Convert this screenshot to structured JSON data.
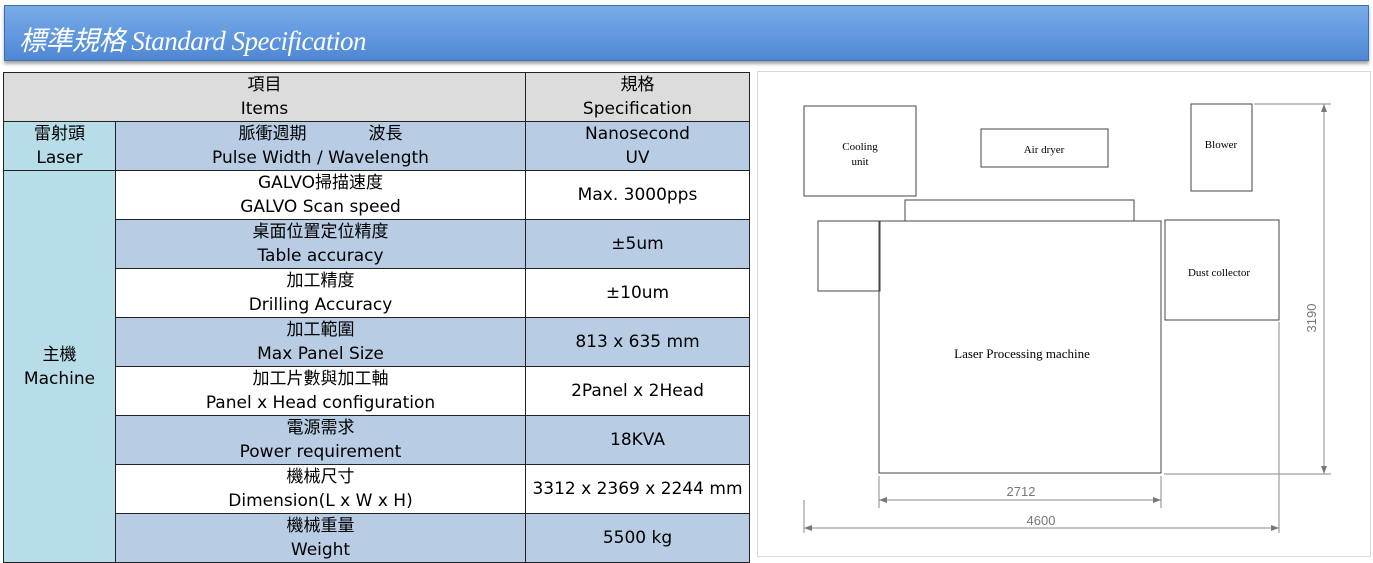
{
  "header": {
    "title": "標準規格  Standard Specification"
  },
  "table": {
    "head": {
      "items_zh": "項目",
      "items_en": "Items",
      "spec_zh": "規格",
      "spec_en": "Specification"
    },
    "laser": {
      "category_zh": "雷射頭",
      "category_en": "Laser",
      "item_zh_1": "脈衝週期",
      "item_zh_2": "波長",
      "item_en": "Pulse Width / Wavelength",
      "value_1": "Nanosecond",
      "value_2": "UV"
    },
    "machine_category": {
      "zh": "主機",
      "en": "Machine"
    },
    "rows": [
      {
        "zh": "GALVO掃描速度",
        "en": "GALVO Scan speed",
        "value": "Max. 3000pps"
      },
      {
        "zh": "桌面位置定位精度",
        "en": "Table accuracy",
        "value": "±5um"
      },
      {
        "zh": "加工精度",
        "en": "Drilling Accuracy",
        "value": "±10um"
      },
      {
        "zh": "加工範圍",
        "en": "Max Panel Size",
        "value": "813 x 635 mm"
      },
      {
        "zh": "加工片數與加工軸",
        "en": "Panel x Head configuration",
        "value": "2Panel x 2Head"
      },
      {
        "zh": "電源需求",
        "en": "Power requirement",
        "value": "18KVA"
      },
      {
        "zh": "機械尺寸",
        "en": "Dimension(L x W x H)",
        "value": "3312 x 2369 x 2244 mm"
      },
      {
        "zh": "機械重量",
        "en": "Weight",
        "value": "5500 kg"
      }
    ]
  },
  "layout_diagram": {
    "cooling_unit_1": "Cooling",
    "cooling_unit_2": "unit",
    "air_dryer": "Air dryer",
    "blower": "Blower",
    "dust_collector": "Dust collector",
    "machine": "Laser Processing machine",
    "dim_machine_width": "2712",
    "dim_total_width": "4600",
    "dim_height": "3190"
  }
}
